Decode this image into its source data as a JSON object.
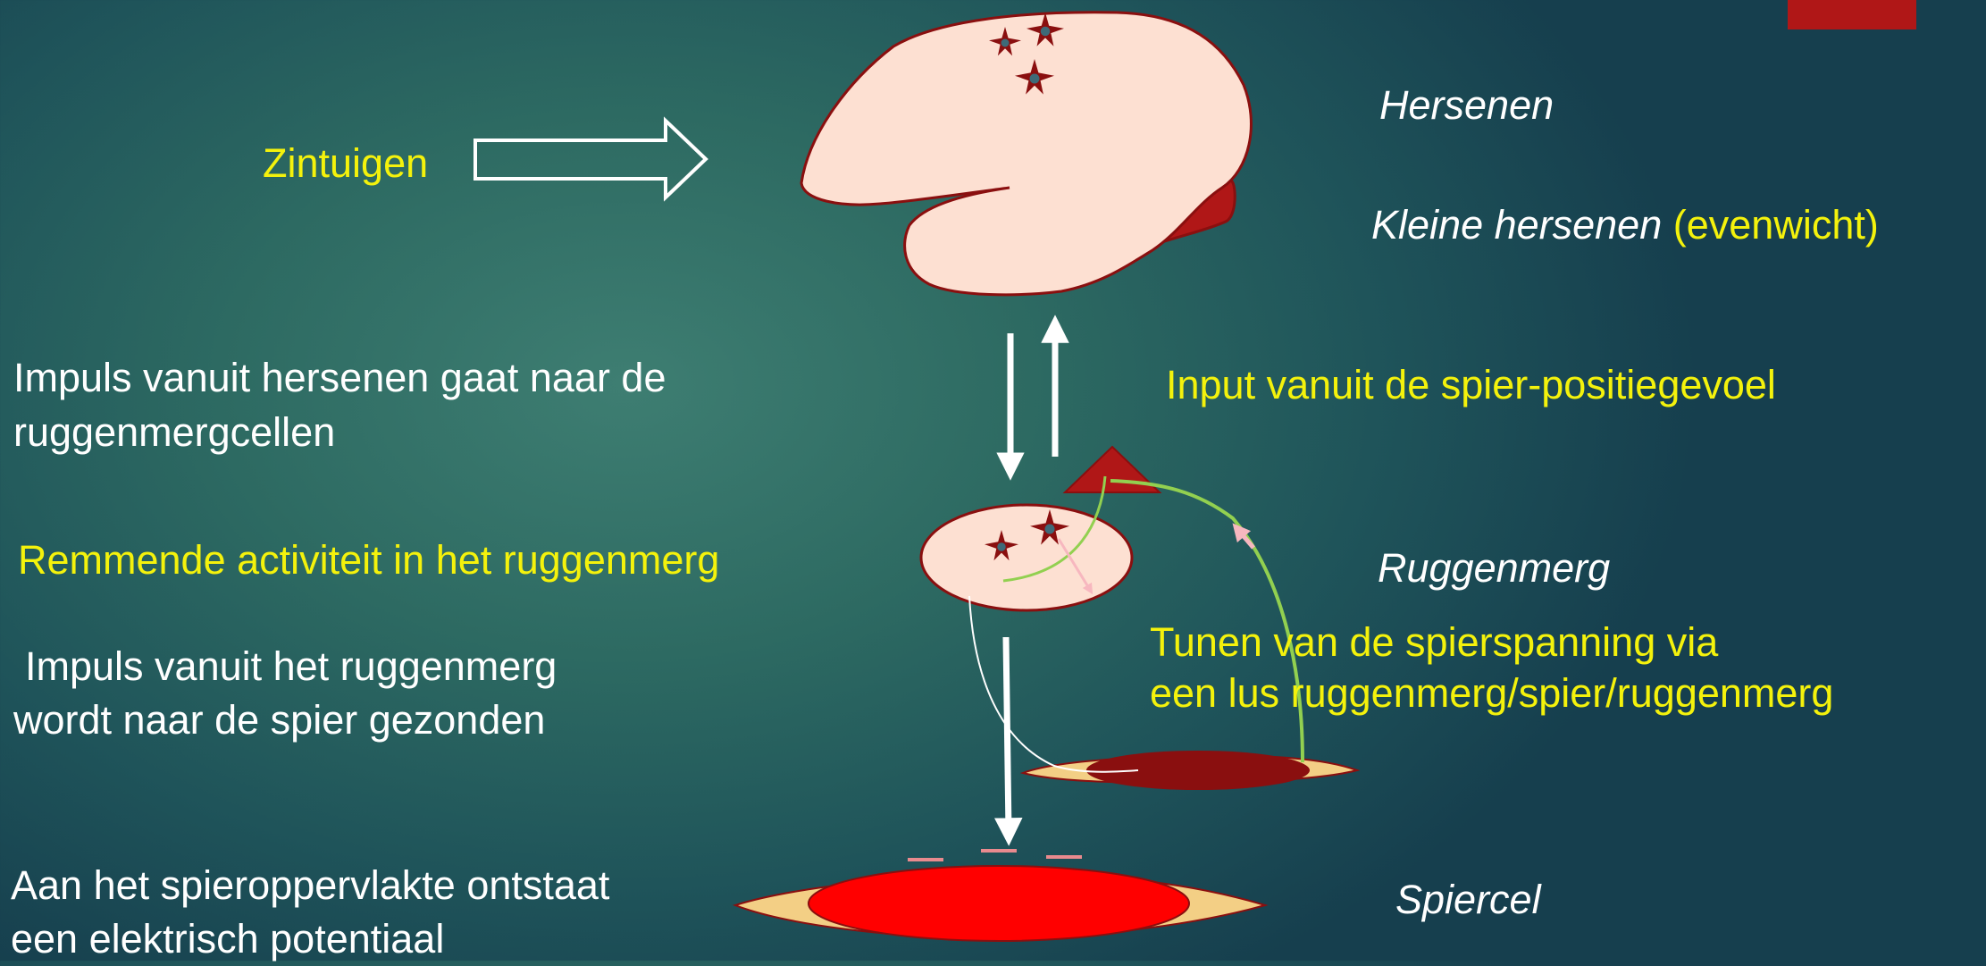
{
  "labels": {
    "senses": "Zintuigen",
    "brain": "Hersenen",
    "cerebellum": "Kleine hersenen",
    "balance": "(evenwicht)",
    "impulse_brain_line1": "Impuls vanuit hersenen gaat naar de",
    "impulse_brain_line2": "ruggenmergcellen",
    "input_muscle": "Input vanuit de spier-positiegevoel",
    "inhibitory": "Remmende activiteit in het ruggenmerg",
    "spinal_cord": "Ruggenmerg",
    "impulse_cord_line1": "Impuls vanuit het ruggenmerg",
    "impulse_cord_line2": "wordt naar de spier gezonden",
    "tuning_line1": "Tunen van de spierspanning via",
    "tuning_line2": "een lus ruggenmerg/spier/ruggenmerg",
    "surface_line1": "Aan het spieroppervlakte ontstaat",
    "surface_line2": "een elektrisch potentiaal",
    "muscle_cell": "Spiercel"
  },
  "colors": {
    "white_text": "#ffffff",
    "yellow_text": "#f4f20c",
    "tissue_pink": "#fde0d2",
    "outline_dark_red": "#8a0f0f",
    "dark_red": "#b01717",
    "muscle_red": "#ff0000",
    "tendon_yellow": "#f3cf85",
    "green_loop": "#92d050"
  },
  "icons": [
    "hollow-right-arrow-icon",
    "neuron-icon"
  ]
}
